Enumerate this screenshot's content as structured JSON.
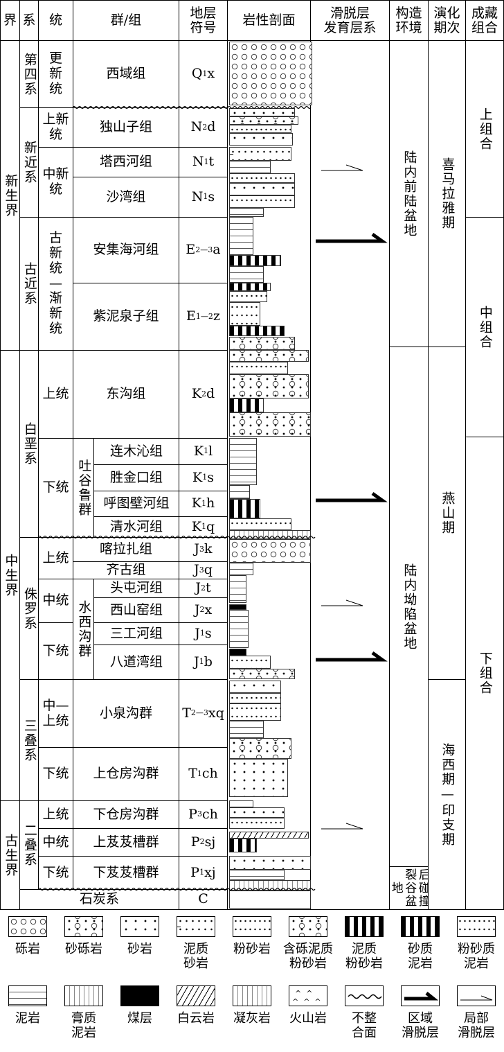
{
  "header": {
    "jie": "界",
    "xi": "系",
    "tong": "统",
    "qunzu": "群/组",
    "symbol": "地层\n符号",
    "lithology": "岩性剖面",
    "detachment": "滑脱层\n发育层系",
    "tectonic": "构造\n环境",
    "evolution": "演化\n期次",
    "play": "成藏\n组合"
  },
  "jie": [
    "新生界",
    "中生界",
    "古生界"
  ],
  "xi": [
    "第四系",
    "新近系",
    "古近系",
    "白垩系",
    "侏罗系",
    "三叠系",
    "二叠系",
    "石炭系"
  ],
  "tong": [
    "更新统",
    "上新统",
    "中新统",
    "古新统—渐新统",
    "上统",
    "下统",
    "上统",
    "中统",
    "下统",
    "中—上统",
    "下统",
    "上统",
    "中统",
    "下统"
  ],
  "supergroups": [
    "吐谷鲁群",
    "水西沟群"
  ],
  "formations": [
    {
      "name": "西域组",
      "sym": [
        "Q",
        "1",
        "x"
      ]
    },
    {
      "name": "独山子组",
      "sym": [
        "N",
        "2",
        "d"
      ]
    },
    {
      "name": "塔西河组",
      "sym": [
        "N",
        "1",
        "t"
      ]
    },
    {
      "name": "沙湾组",
      "sym": [
        "N",
        "1",
        "s"
      ]
    },
    {
      "name": "安集海河组",
      "sym": [
        "E",
        "2—3",
        "a"
      ]
    },
    {
      "name": "紫泥泉子组",
      "sym": [
        "E",
        "1—2",
        "z"
      ]
    },
    {
      "name": "东沟组",
      "sym": [
        "K",
        "2",
        "d"
      ]
    },
    {
      "name": "连木沁组",
      "sym": [
        "K",
        "1",
        "l"
      ]
    },
    {
      "name": "胜金口组",
      "sym": [
        "K",
        "1",
        "s"
      ]
    },
    {
      "name": "呼图壁河组",
      "sym": [
        "K",
        "1",
        "h"
      ]
    },
    {
      "name": "清水河组",
      "sym": [
        "K",
        "1",
        "q"
      ]
    },
    {
      "name": "喀拉扎组",
      "sym": [
        "J",
        "3",
        "k"
      ]
    },
    {
      "name": "齐古组",
      "sym": [
        "J",
        "3",
        "q"
      ]
    },
    {
      "name": "头屯河组",
      "sym": [
        "J",
        "2",
        "t"
      ]
    },
    {
      "name": "西山窑组",
      "sym": [
        "J",
        "2",
        "x"
      ]
    },
    {
      "name": "三工河组",
      "sym": [
        "J",
        "1",
        "s"
      ]
    },
    {
      "name": "八道湾组",
      "sym": [
        "J",
        "1",
        "b"
      ]
    },
    {
      "name": "小泉沟群",
      "sym": [
        "T",
        "2—3",
        "xq"
      ]
    },
    {
      "name": "上仓房沟群",
      "sym": [
        "T",
        "1",
        "ch"
      ]
    },
    {
      "name": "下仓房沟群",
      "sym": [
        "P",
        "3",
        "ch"
      ]
    },
    {
      "name": "上芨芨槽群",
      "sym": [
        "P",
        "2",
        "sj"
      ]
    },
    {
      "name": "下芨芨槽群",
      "sym": [
        "P",
        "1",
        "xj"
      ]
    },
    {
      "name": "",
      "sym": [
        "C",
        "",
        ""
      ]
    }
  ],
  "tectonic": [
    "陆内前陆盆地",
    "陆内坳陷盆地",
    "后碰撞裂谷盆地"
  ],
  "evolution": [
    "喜马拉雅期",
    "燕山期",
    "海西期—印支期"
  ],
  "play": [
    "上组合",
    "中组合",
    "下组合"
  ],
  "legend": [
    "砾岩",
    "砂砾岩",
    "砂岩",
    "泥质\n砂岩",
    "粉砂岩",
    "含砾泥质\n粉砂岩",
    "泥质\n粉砂岩",
    "砂质\n泥岩",
    "粉砂质\n泥岩",
    "泥岩",
    "膏质\n泥岩",
    "煤层",
    "白云岩",
    "凝灰岩",
    "火山岩",
    "不整\n合面",
    "区域\n滑脱层",
    "局部\n滑脱层"
  ]
}
